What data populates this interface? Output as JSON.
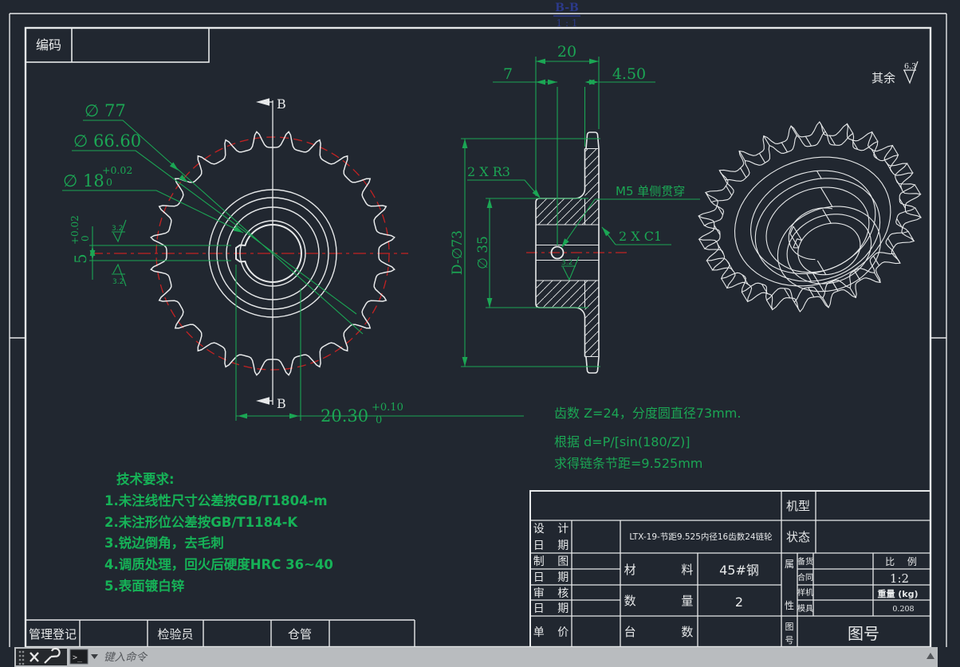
{
  "drawing": {
    "code_label": "编码",
    "section_title": "B-B",
    "section_scale": "1 : 1",
    "surface_note": "其余",
    "surface_default": "6.3",
    "surface_finish": "3.2"
  },
  "front_view": {
    "section_mark": "B",
    "dia_tip": "∅ 77",
    "dia_root": "∅ 66.60",
    "dia_bore": "∅ 18",
    "bore_tol_upper": "+0.02",
    "bore_tol_lower": "0",
    "keyway_width": "5",
    "keyway_width_tol_upper": "+0.02",
    "keyway_width_tol_lower": "0",
    "keyway_depth": "20.30",
    "keyway_depth_tol_upper": "+0.10",
    "keyway_depth_tol_lower": "0"
  },
  "section_view": {
    "width_total": "20",
    "hub_to_hole": "7",
    "plate_thickness": "4.50",
    "fillet_note": "2 X R3",
    "tap_note": "M5 单侧贯穿",
    "chamfer_note": "2 X C1",
    "pitch_dia": "D-∅73",
    "hub_dia": "∅ 35"
  },
  "notes": {
    "teeth": "齿数 Z=24，分度圆直径73mm.",
    "formula": "根据 d=P/[sin(180/Z)]",
    "pitch_result": "求得链条节距=9.525mm"
  },
  "tech_requirements": {
    "title": "技术要求:",
    "items": [
      "1.未注线性尺寸公差按GB/T1804-m",
      "2.未注形位公差按GB/T1184-K",
      "3.锐边倒角，去毛刺",
      "4.调质处理，回火后硬度HRC 36~40",
      "5.表面镀白锌"
    ]
  },
  "title_block": {
    "machine_type_label": "机型",
    "status_label": "状态",
    "design_label": "设 计",
    "date_label": "日 期",
    "draft_label": "制 图",
    "check_label": "审 核",
    "unit_price_label": "单 价",
    "material_label": "材 料",
    "material_value": "45#钢",
    "quantity_label": "数 量",
    "quantity_value": "2",
    "sets_label": "台 数",
    "project_name": "LTX-19-节距9.525内径16齿数24链轮",
    "attr_top": "属",
    "attr_bottom": "性",
    "fig_top": "图",
    "fig_bottom": "号",
    "stock_label": "备货",
    "contract_label": "合同",
    "prototype_label": "样机",
    "mold_label": "模具",
    "scale_label": "比 例",
    "scale_value": "1:2",
    "weight_label": "重量 (kg)",
    "weight_value": "0.208",
    "drawing_no_label": "图号"
  },
  "bottom_row": {
    "management_label": "管理登记",
    "inspector_label": "检验员",
    "warehouse_label": "仓管"
  },
  "command_bar": {
    "prompt_placeholder": "键入命令"
  },
  "colors": {
    "background": "#212730",
    "line": "#e7e9ea",
    "dimension": "#1ba654",
    "centerline": "#c42222",
    "section_label": "#2c3a8a"
  }
}
